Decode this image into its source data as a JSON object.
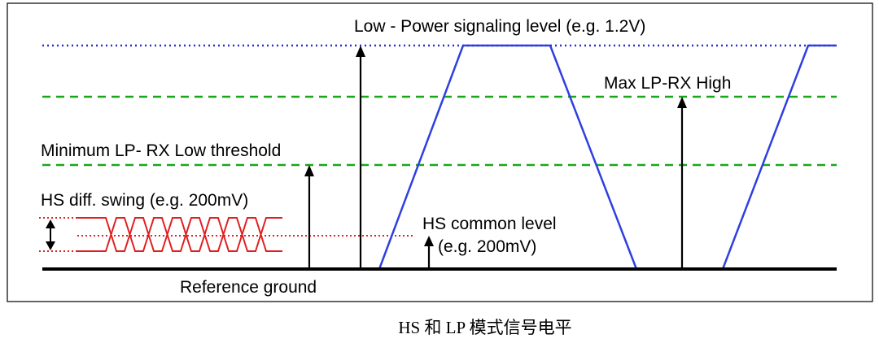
{
  "labels": {
    "lp_level": "Low - Power signaling level (e.g. 1.2V)",
    "max_lp_rx_high": "Max LP-RX High",
    "min_lp_rx_low": "Minimum LP- RX Low threshold",
    "hs_diff_swing": "HS diff. swing (e.g. 200mV)",
    "hs_common_level": "HS common level",
    "hs_common_value": "(e.g. 200mV)",
    "reference_ground": "Reference ground"
  },
  "caption": "HS 和 LP 模式信号电平",
  "colors": {
    "lp_level_line": "#2b2bd6",
    "threshold_lines": "#1aa51a",
    "waveform": "#2f3fe0",
    "hs_signal": "#e02020",
    "ground": "#000000"
  }
}
